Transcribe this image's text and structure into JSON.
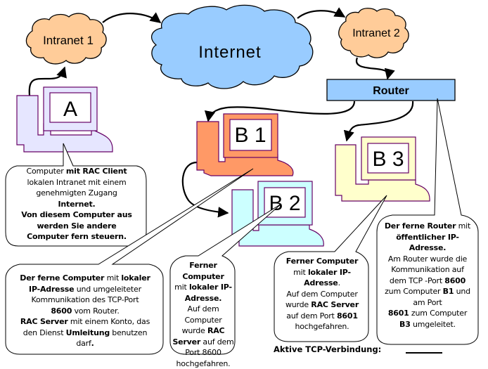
{
  "clouds": {
    "intranet1": {
      "label": "Intranet 1",
      "color": "#ffcc99"
    },
    "internet": {
      "label": "Internet",
      "color": "#99ccff"
    },
    "intranet2": {
      "label": "Intranet 2",
      "color": "#ffcc99"
    }
  },
  "router": {
    "label": "Router",
    "color": "#99ccff"
  },
  "computers": {
    "A": {
      "label": "A",
      "color": "#e6e6ff"
    },
    "B1": {
      "label": "B 1",
      "color": "#ff9966"
    },
    "B2": {
      "label": "B 2",
      "color": "#ccffff"
    },
    "B3": {
      "label": "B 3",
      "color": "#ffffcc"
    }
  },
  "bubbles": {
    "A": [
      {
        "text": "Computer ",
        "bold": false
      },
      {
        "text": "mit RAC Client",
        "bold": true
      },
      {
        "br": true
      },
      {
        "text": "lokalen Intranet mit einem",
        "bold": false
      },
      {
        "br": true
      },
      {
        "text": "genehmigten Zugang",
        "bold": false
      },
      {
        "br": true
      },
      {
        "text": "Internet.",
        "bold": true
      },
      {
        "br": true
      },
      {
        "text": "Von diesem Computer aus",
        "bold": true
      },
      {
        "br": true
      },
      {
        "text": "werden Sie andere",
        "bold": true
      },
      {
        "br": true
      },
      {
        "text": "Computer fern steuern.",
        "bold": true
      }
    ],
    "B1": [
      {
        "text": "Der ferne Computer",
        "bold": true
      },
      {
        "text": " mit ",
        "bold": false
      },
      {
        "text": "lokaler",
        "bold": true
      },
      {
        "br": true
      },
      {
        "text": "IP-Adresse",
        "bold": true
      },
      {
        "text": " und umgeleiteter",
        "bold": false
      },
      {
        "br": true
      },
      {
        "text": "Kommunikation des TCP-Port",
        "bold": false
      },
      {
        "br": true
      },
      {
        "text": "8600",
        "bold": true
      },
      {
        "text": " vom Router.",
        "bold": false
      },
      {
        "br": true
      },
      {
        "text": "RAC Server",
        "bold": true
      },
      {
        "text": " mit einem Konto, das",
        "bold": false
      },
      {
        "br": true
      },
      {
        "text": "den Dienst ",
        "bold": false
      },
      {
        "text": "Umleitung",
        "bold": true
      },
      {
        "text": " benutzen",
        "bold": false
      },
      {
        "br": true
      },
      {
        "text": "darf",
        "bold": false
      },
      {
        "text": ".",
        "bold": true
      }
    ],
    "B2": [
      {
        "text": "Ferner Computer",
        "bold": true
      },
      {
        "br": true
      },
      {
        "text": "mit ",
        "bold": false
      },
      {
        "text": "lokaler IP-",
        "bold": true
      },
      {
        "br": true
      },
      {
        "text": "Adresse.",
        "bold": true
      },
      {
        "br": true
      },
      {
        "text": "Auf dem Computer",
        "bold": false
      },
      {
        "br": true
      },
      {
        "text": "wurde ",
        "bold": false
      },
      {
        "text": "RAC",
        "bold": true
      },
      {
        "br": true
      },
      {
        "text": "Server",
        "bold": true
      },
      {
        "text": " auf dem",
        "bold": false
      },
      {
        "br": true
      },
      {
        "text": "Port 8600",
        "bold": false
      },
      {
        "br": true
      },
      {
        "text": "hochgefahren.",
        "bold": false
      }
    ],
    "B3": [
      {
        "text": "Ferner Computer",
        "bold": true
      },
      {
        "br": true
      },
      {
        "text": "mit ",
        "bold": false
      },
      {
        "text": "lokaler IP-",
        "bold": true
      },
      {
        "br": true
      },
      {
        "text": "Adresse",
        "bold": true
      },
      {
        "text": ".",
        "bold": false
      },
      {
        "br": true
      },
      {
        "text": "Auf dem Computer",
        "bold": false
      },
      {
        "br": true
      },
      {
        "text": "wurde ",
        "bold": false
      },
      {
        "text": "RAC Server",
        "bold": true
      },
      {
        "br": true
      },
      {
        "text": "auf dem Port ",
        "bold": false
      },
      {
        "text": "8601",
        "bold": true
      },
      {
        "br": true
      },
      {
        "text": "hochgefahren.",
        "bold": false
      }
    ],
    "router": [
      {
        "text": "Der ferne Router",
        "bold": true
      },
      {
        "text": " mit",
        "bold": false
      },
      {
        "br": true
      },
      {
        "text": "öffentlicher IP-",
        "bold": true
      },
      {
        "br": true
      },
      {
        "text": "Adresse.",
        "bold": true
      },
      {
        "br": true
      },
      {
        "text": "Am Router wurde die",
        "bold": false
      },
      {
        "br": true
      },
      {
        "text": "Kommunikation auf",
        "bold": false
      },
      {
        "br": true
      },
      {
        "text": "dem TCP -Port ",
        "bold": false
      },
      {
        "text": "8600",
        "bold": true
      },
      {
        "br": true
      },
      {
        "text": "zum Computer ",
        "bold": false
      },
      {
        "text": "B1",
        "bold": true
      },
      {
        "text": " und",
        "bold": false
      },
      {
        "br": true
      },
      {
        "text": "am Port",
        "bold": false
      },
      {
        "br": true
      },
      {
        "text": "8601",
        "bold": true
      },
      {
        "text": " zum Computer",
        "bold": false
      },
      {
        "br": true
      },
      {
        "text": "B3",
        "bold": true
      },
      {
        "text": " umgeleitet.",
        "bold": false
      }
    ]
  },
  "legend": {
    "label": "Aktive TCP-Verbindung:"
  }
}
